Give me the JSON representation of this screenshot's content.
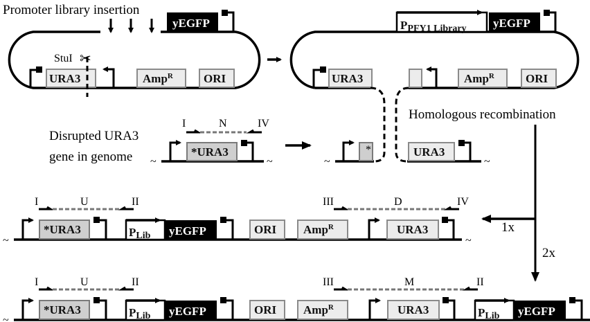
{
  "title_labels": {
    "promoter_library_insertion": "Promoter library insertion",
    "stui": "StuI",
    "disrupted_line1": "Disrupted URA3",
    "disrupted_line2": "gene in genome",
    "homologous_recombination": "Homologous recombination",
    "one_x": "1x",
    "two_x": "2x"
  },
  "genes": {
    "yegfp": "yEGFP",
    "ura3": "URA3",
    "ura3_mut": "*URA3",
    "amp": "Amp",
    "amp_sup": "R",
    "ori": "ORI",
    "star": "*",
    "p_main": "P",
    "p_pfy1_sub": "PFY1 Library",
    "p_lib_sub": "Lib"
  },
  "primers": {
    "I": "I",
    "II": "II",
    "III": "III",
    "IV": "IV",
    "N": "N",
    "U": "U",
    "D": "D",
    "M": "M"
  },
  "tilde": "~",
  "scissors": "✂"
}
